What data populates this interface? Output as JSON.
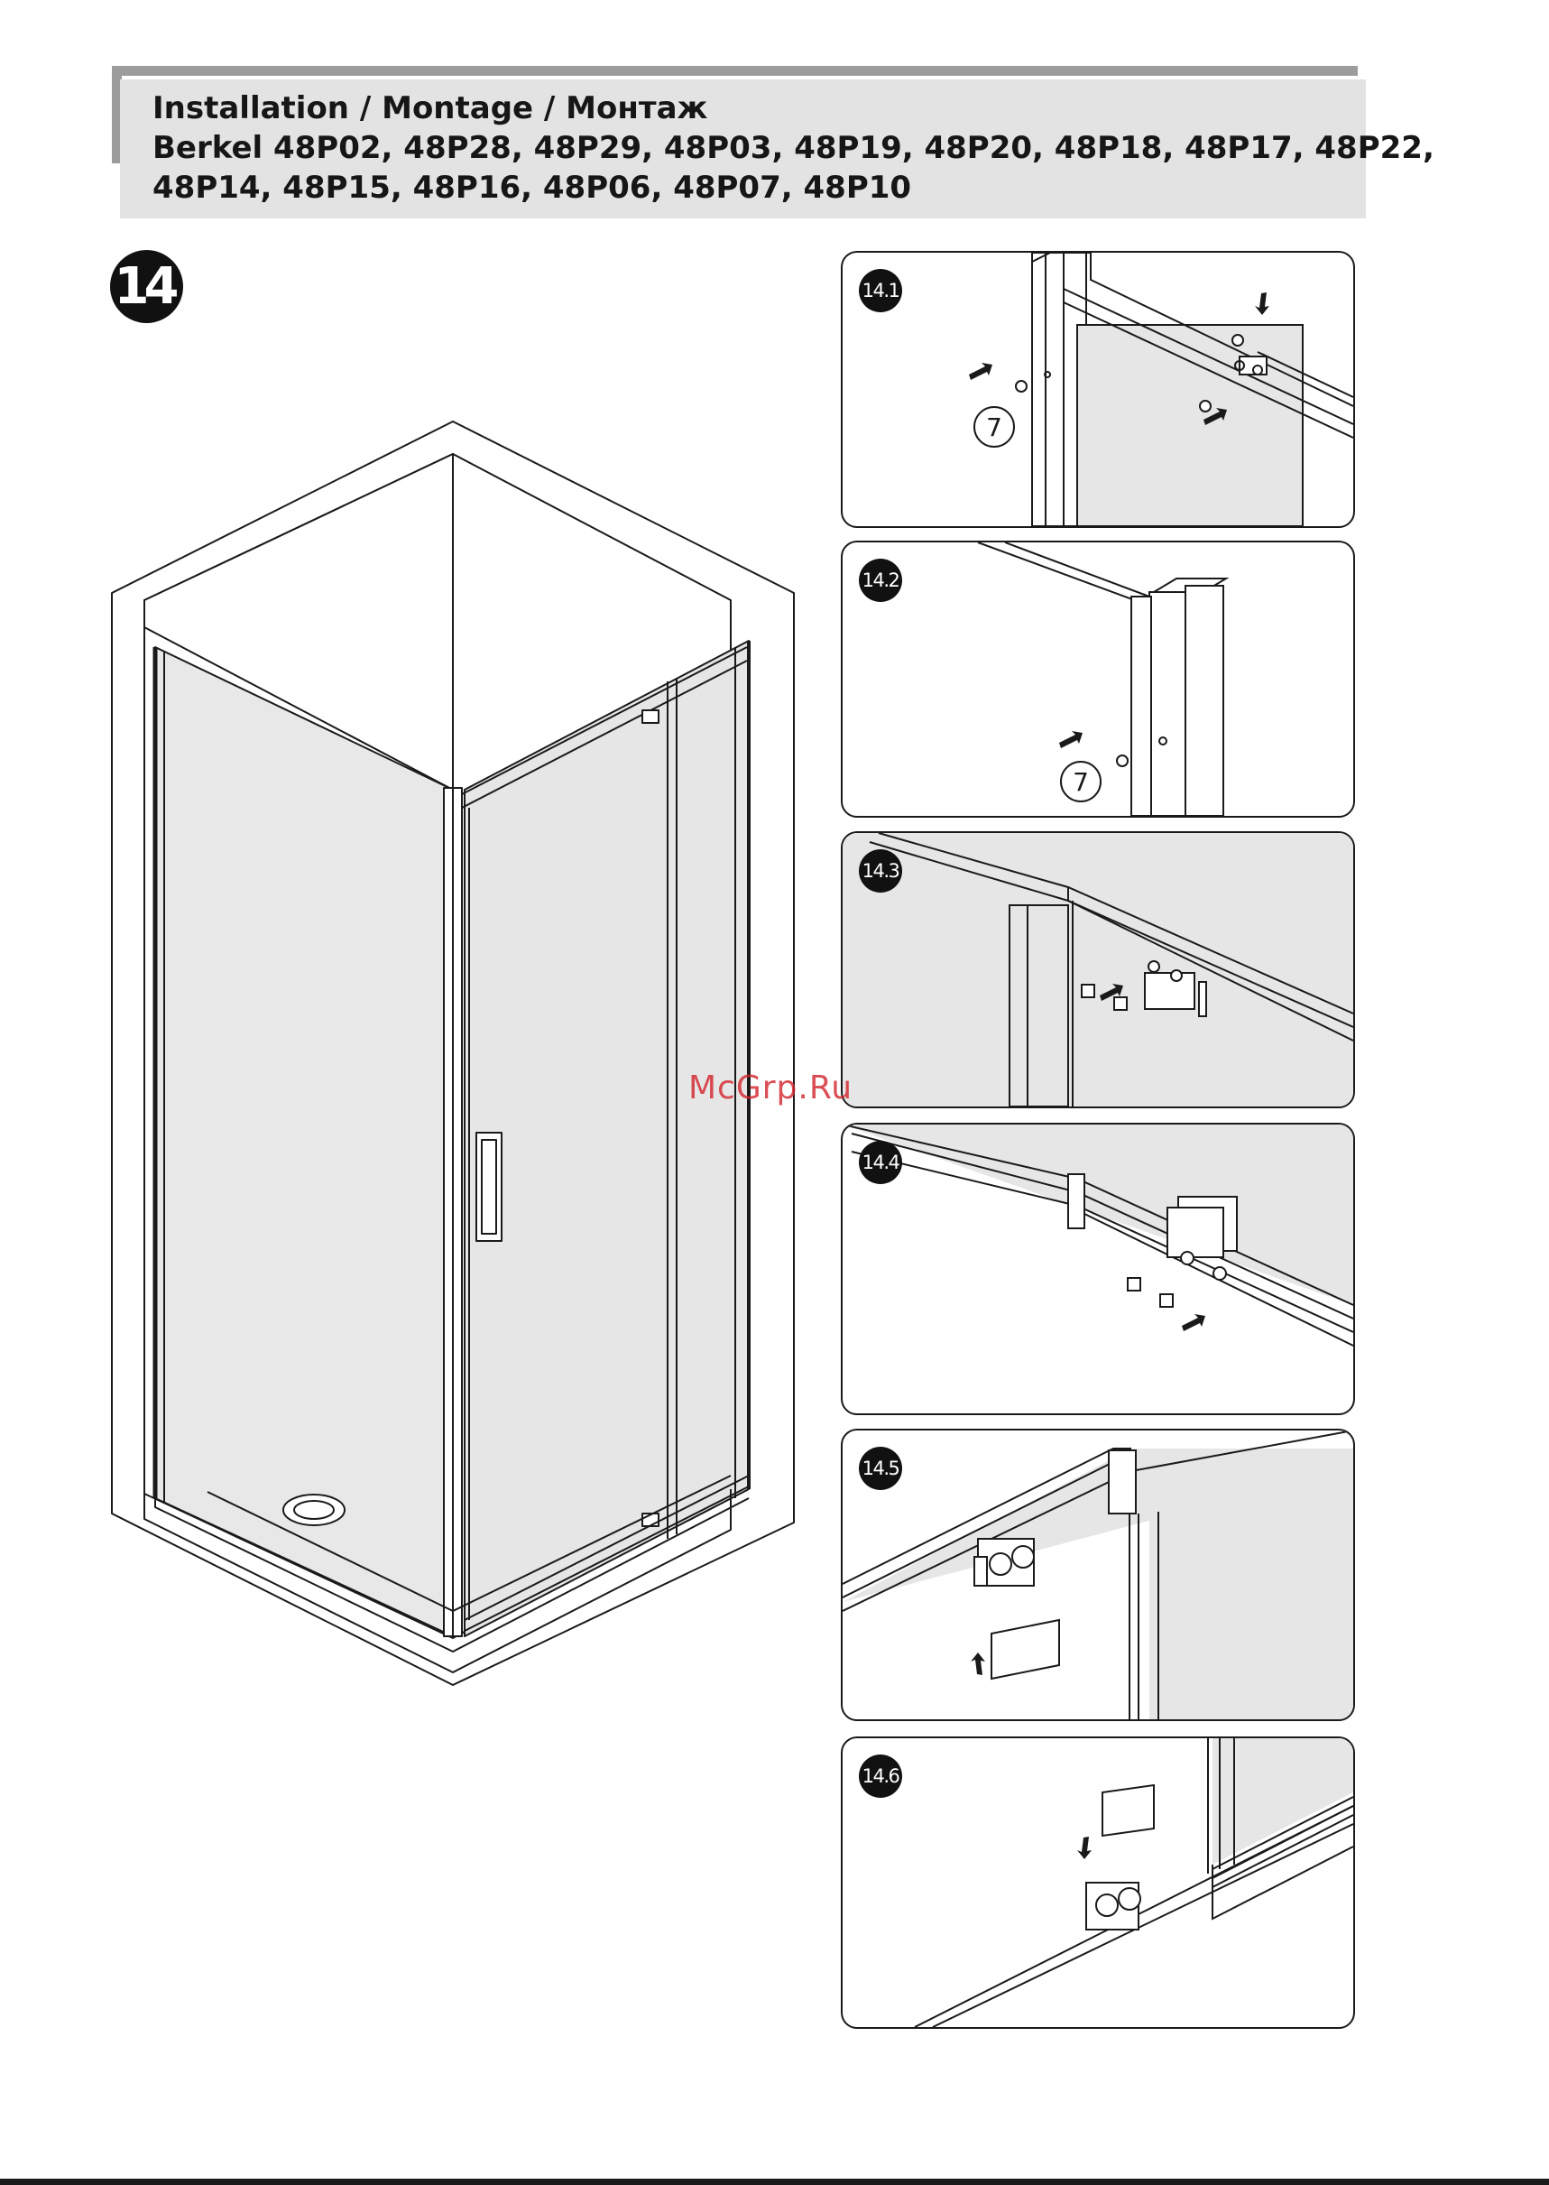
{
  "header": {
    "title": "Installation / Montage / Монтаж",
    "models_line_1": "Berkel 48P02, 48P28, 48P29, 48P03, 48P19, 48P20, 48P18, 48P17, 48P22,",
    "models_line_2": "48P14, 48P15, 48P16, 48P06, 48P07, 48P10"
  },
  "step": {
    "number": "14"
  },
  "panels": [
    {
      "label": "14.1",
      "part_callout": "7"
    },
    {
      "label": "14.2",
      "part_callout": "7"
    },
    {
      "label": "14.3"
    },
    {
      "label": "14.4"
    },
    {
      "label": "14.5"
    },
    {
      "label": "14.6"
    }
  ],
  "watermark": "McGrp.Ru",
  "colors": {
    "header_band": "#e3e3e3",
    "header_rule": "#9c9c9c",
    "glass": "#e6e6e6",
    "watermark": "#d2232a"
  }
}
